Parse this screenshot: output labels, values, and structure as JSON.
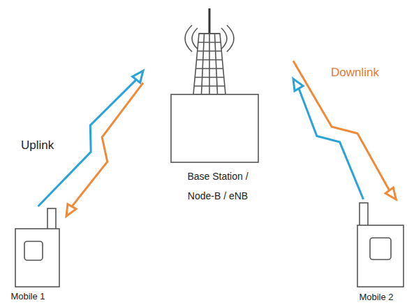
{
  "diagram": {
    "nodes": [
      {
        "text": [
          "Base Station / Node-B / eNB"
        ]
      },
      {
        "text": [
          "Mobile 1"
        ]
      },
      {
        "text": [
          "Mobile 2"
        ]
      }
    ],
    "edges": [
      {
        "from": 1,
        "to": 0,
        "arrow": "to",
        "label": "Uplink"
      },
      {
        "from": 0,
        "to": 1,
        "arrow": "to"
      },
      {
        "from": 0,
        "to": 2,
        "arrow": "to",
        "label": "Downlink"
      },
      {
        "from": 2,
        "to": 0,
        "arrow": "to"
      }
    ]
  }
}
